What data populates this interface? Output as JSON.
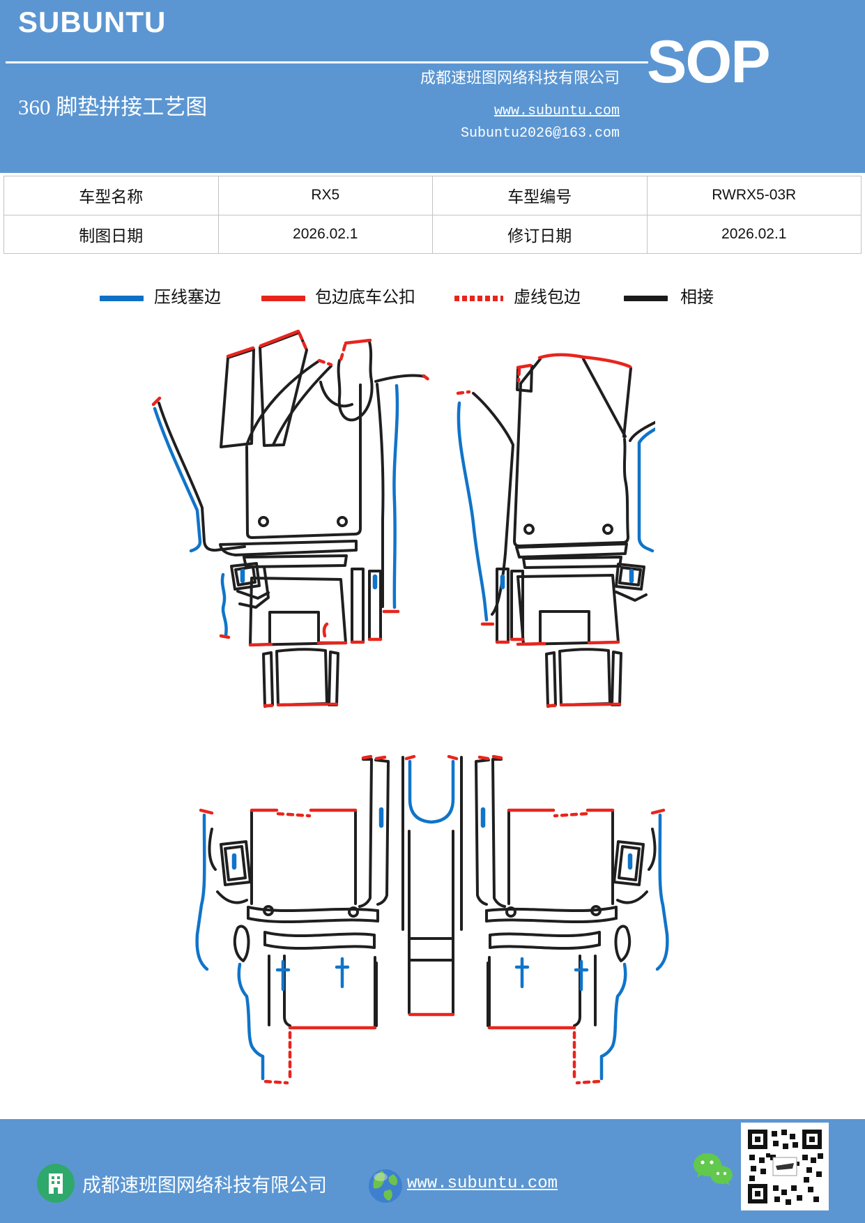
{
  "header": {
    "brand": "SUBUNTU",
    "title": "360 脚垫拼接工艺图",
    "company": "成都速班图网络科技有限公司",
    "website": "www.subuntu.com",
    "email": "Subuntu2026@163.com",
    "sop": "SOP"
  },
  "info_table": {
    "rows": [
      {
        "cells": [
          "车型名称",
          "RX5",
          "车型编号",
          "RWRX5-03R"
        ]
      },
      {
        "cells": [
          "制图日期",
          "2026.02.1",
          "修订日期",
          "2026.02.1"
        ]
      }
    ]
  },
  "legend": {
    "items": [
      {
        "label": "压线塞边",
        "color": "#0f70c6",
        "style": "solid"
      },
      {
        "label": "包边底车公扣",
        "color": "#e8251d",
        "style": "solid"
      },
      {
        "label": "虚线包边",
        "color": "#e8251d",
        "style": "dotted"
      },
      {
        "label": "相接",
        "color": "#1a1a1a",
        "style": "solid"
      }
    ]
  },
  "footer": {
    "company": "成都速班图网络科技有限公司",
    "website": "www.subuntu.com"
  },
  "colors": {
    "header_bg": "#5b96d2",
    "line_blue": "#0f70c6",
    "line_red": "#e8251d",
    "line_black": "#1f1f1f",
    "table_border": "#c3c3c3",
    "wechat_green": "#62c84e",
    "building_green": "#2fa86c"
  }
}
